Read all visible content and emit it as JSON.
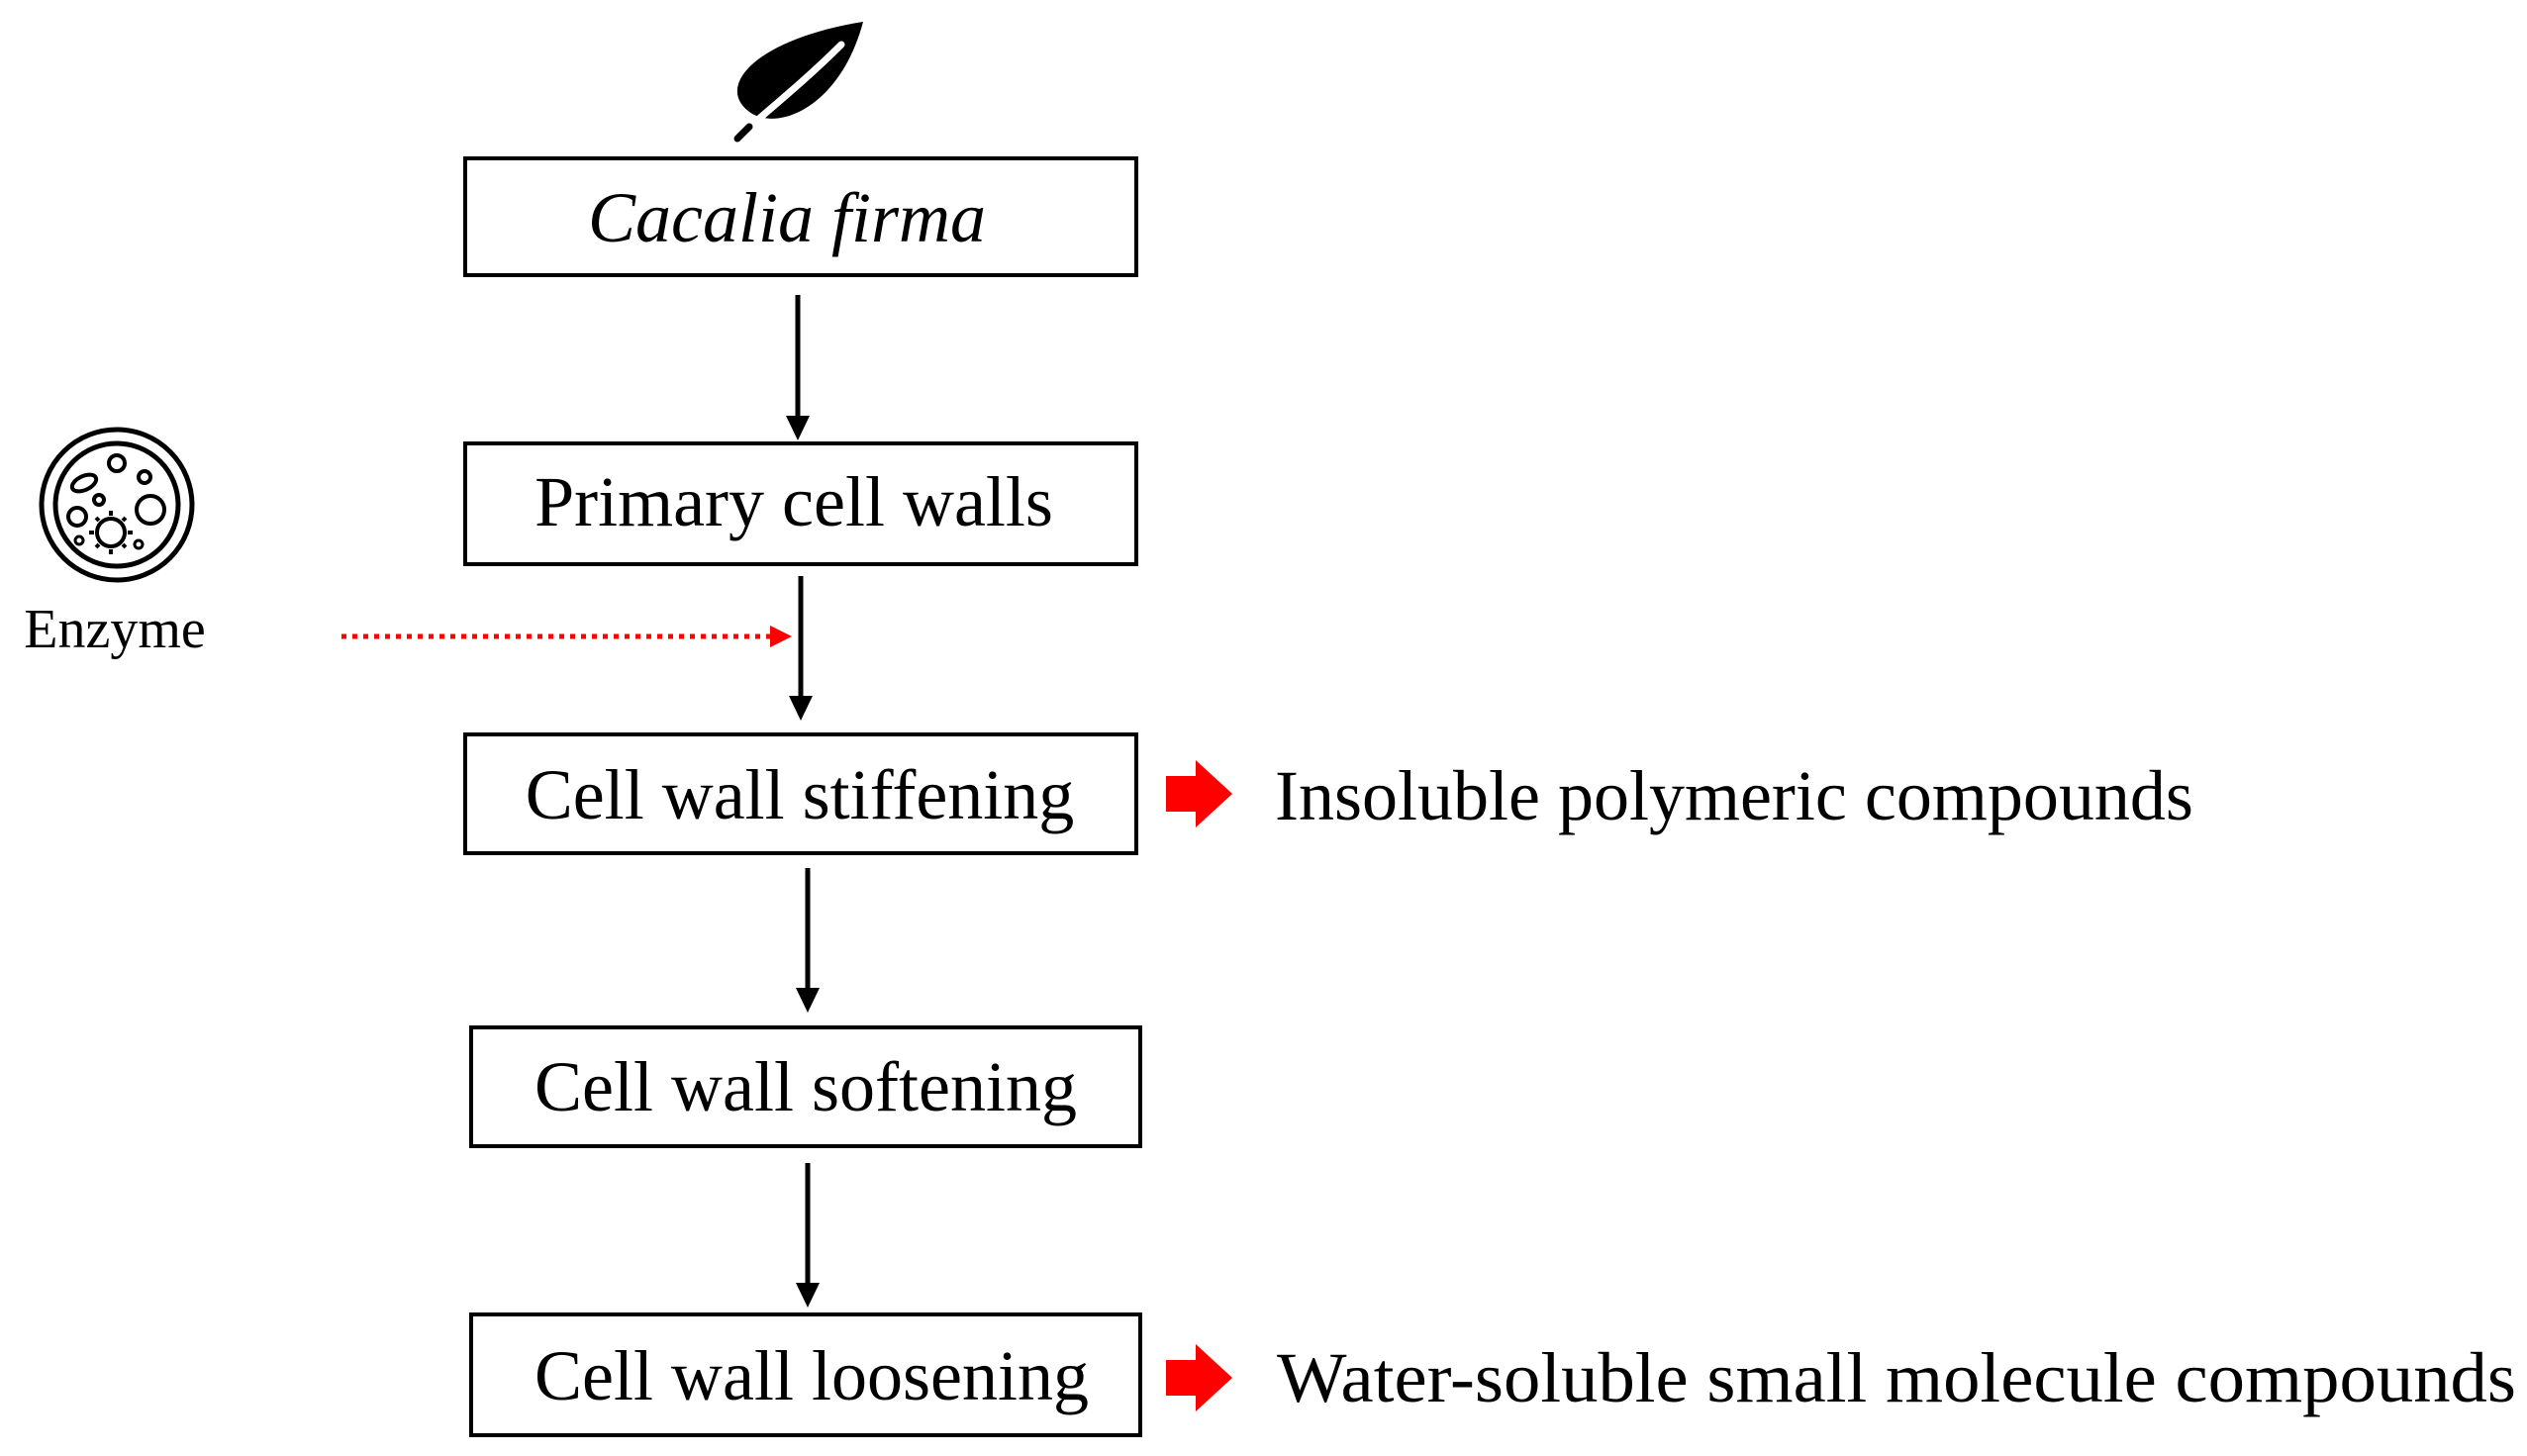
{
  "nodes": {
    "source": "Cacalia firma",
    "primary": "Primary cell walls",
    "stiffening": "Cell wall stiffening",
    "softening": "Cell wall softening",
    "loosening": "Cell wall loosening"
  },
  "outputs": {
    "stiffening_result": "Insoluble polymeric compounds",
    "loosening_result": "Water-soluble small molecule compounds"
  },
  "enzyme": {
    "label": "Enzyme"
  },
  "icons": {
    "top": "leaf-icon",
    "enzyme": "microbe-icon"
  },
  "colors": {
    "arrow": "#000000",
    "highlight": "#ff0000"
  }
}
